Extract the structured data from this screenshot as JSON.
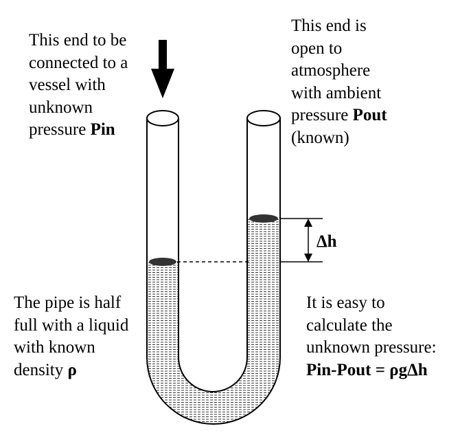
{
  "labels": {
    "inlet": {
      "lines": [
        "This end to be",
        "connected to a",
        "vessel with",
        "unknown"
      ],
      "last_line_prefix": "pressure ",
      "last_line_bold": "Pin"
    },
    "outlet": {
      "lines": [
        "This end is",
        "open to",
        "atmosphere",
        "with ambient"
      ],
      "fifth_line_prefix": "pressure ",
      "fifth_line_bold": "Pout",
      "sixth_line": "(known)"
    },
    "liquid": {
      "lines": [
        "The pipe is half",
        "full with a liquid",
        "with known"
      ],
      "last_line_prefix": "density ",
      "last_line_bold": "ρ"
    },
    "formula": {
      "lines": [
        "It is easy to",
        "calculate the",
        "unknown pressure:"
      ],
      "equation": "Pin-Pout = ρgΔh"
    },
    "delta_h": "Δh"
  },
  "diagram": {
    "liquid_color": "#000000",
    "background_color": "#ffffff",
    "pipe_color": "#000000",
    "left_level_fraction": 0.5,
    "right_level_fraction": 0.75
  }
}
